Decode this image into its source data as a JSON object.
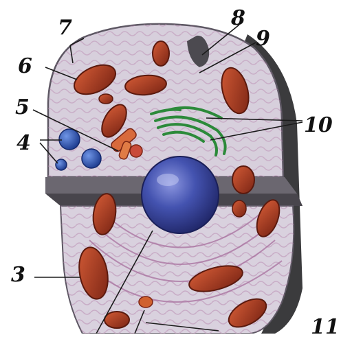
{
  "diagram": {
    "labels": [
      {
        "id": "label-3",
        "text": "3"
      },
      {
        "id": "label-4",
        "text": "4"
      },
      {
        "id": "label-5",
        "text": "5"
      },
      {
        "id": "label-6",
        "text": "6"
      },
      {
        "id": "label-7",
        "text": "7"
      },
      {
        "id": "label-8",
        "text": "8"
      },
      {
        "id": "label-9",
        "text": "9"
      },
      {
        "id": "label-10",
        "text": "10"
      },
      {
        "id": "label-11",
        "text": "11"
      }
    ],
    "colors": {
      "cytoplasm": "#d9d2df",
      "membrane": "#5d5763",
      "shadow": "#3a3a3c",
      "mitochondrion": "#b3452a",
      "mitochondrion_dark": "#6f1c10",
      "nucleus": "#3f4da7",
      "vacuole": "#2f56b3",
      "golgi": "#2f8a3a",
      "er": "#b07aa8"
    }
  }
}
